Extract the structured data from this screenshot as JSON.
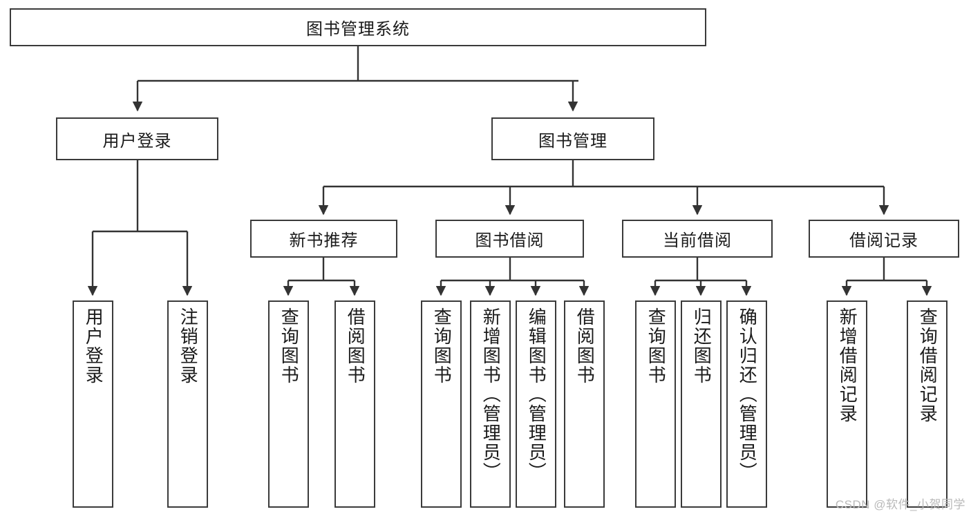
{
  "diagram": {
    "type": "tree-hierarchy-chart",
    "title": "图书管理系统",
    "watermark": "CSDN @软件_小贺同学",
    "colors": {
      "background": "#ffffff",
      "box_border": "#3a3a3a",
      "connector": "#333333",
      "text": "#1a1a1a",
      "watermark": "#b9b9b9"
    },
    "root": {
      "label": "图书管理系统"
    },
    "level2": [
      {
        "id": "user-login",
        "label": "用户登录"
      },
      {
        "id": "book-manage",
        "label": "图书管理"
      }
    ],
    "level3": [
      {
        "id": "new-book-recommend",
        "label": "新书推荐"
      },
      {
        "id": "book-borrow",
        "label": "图书借阅"
      },
      {
        "id": "current-borrow",
        "label": "当前借阅"
      },
      {
        "id": "borrow-record",
        "label": "借阅记录"
      }
    ],
    "leaves": {
      "user-login": [
        {
          "id": "leaf-user-login",
          "label": "用户登录"
        },
        {
          "id": "leaf-logout-login",
          "label": "注销登录"
        }
      ],
      "new-book-recommend": [
        {
          "id": "leaf-query-book-1",
          "label": "查询图书"
        },
        {
          "id": "leaf-borrow-book-1",
          "label": "借阅图书"
        }
      ],
      "book-borrow": [
        {
          "id": "leaf-query-book-2",
          "label": "查询图书"
        },
        {
          "id": "leaf-add-book",
          "label": "新增图书（管理员）"
        },
        {
          "id": "leaf-edit-book",
          "label": "编辑图书（管理员）"
        },
        {
          "id": "leaf-borrow-book-2",
          "label": "借阅图书"
        }
      ],
      "current-borrow": [
        {
          "id": "leaf-query-book-3",
          "label": "查询图书"
        },
        {
          "id": "leaf-return-book",
          "label": "归还图书"
        },
        {
          "id": "leaf-confirm-return",
          "label": "确认归还（管理员）"
        }
      ],
      "borrow-record": [
        {
          "id": "leaf-add-record",
          "label": "新增借阅记录"
        },
        {
          "id": "leaf-query-record",
          "label": "查询借阅记录"
        }
      ]
    }
  }
}
